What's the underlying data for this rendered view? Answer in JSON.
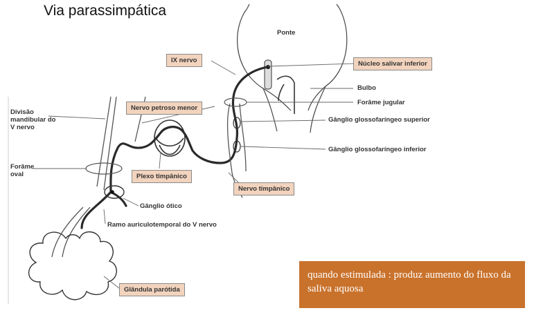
{
  "title": "Via parassimpática",
  "labels": {
    "ponte": "Ponte",
    "ix_nervo": "IX nervo",
    "nucleo_salivar": "Núcleo salivar inferior",
    "bulbo": "Bulbo",
    "forame_jugular": "Forâme jugular",
    "divisao_mandibular": [
      "Divisão",
      "mandibular do",
      "V nervo"
    ],
    "nervo_petroso": "Nervo petroso menor",
    "ganglio_superior": "Gânglio glossofaríngeo superior",
    "ganglio_inferior": "Gânglio glossofaríngeo inferior",
    "forame_oval": [
      "Forâme",
      "oval"
    ],
    "plexo_timpanico": "Plexo timpânico",
    "nervo_timpanico": "Nervo timpânico",
    "ganglio_otico": "Gânglio ótico",
    "ramo_auriculotemporal": "Ramo auriculotemporal do V nervo",
    "glandula_parotida": "Glândula parótida"
  },
  "note": "quando estimulada : produz aumento do fluxo da saliva aquosa",
  "colors": {
    "box_fill": "#f2d3bd",
    "note_fill": "#c9722c",
    "nerve": "#2a2a2a"
  }
}
